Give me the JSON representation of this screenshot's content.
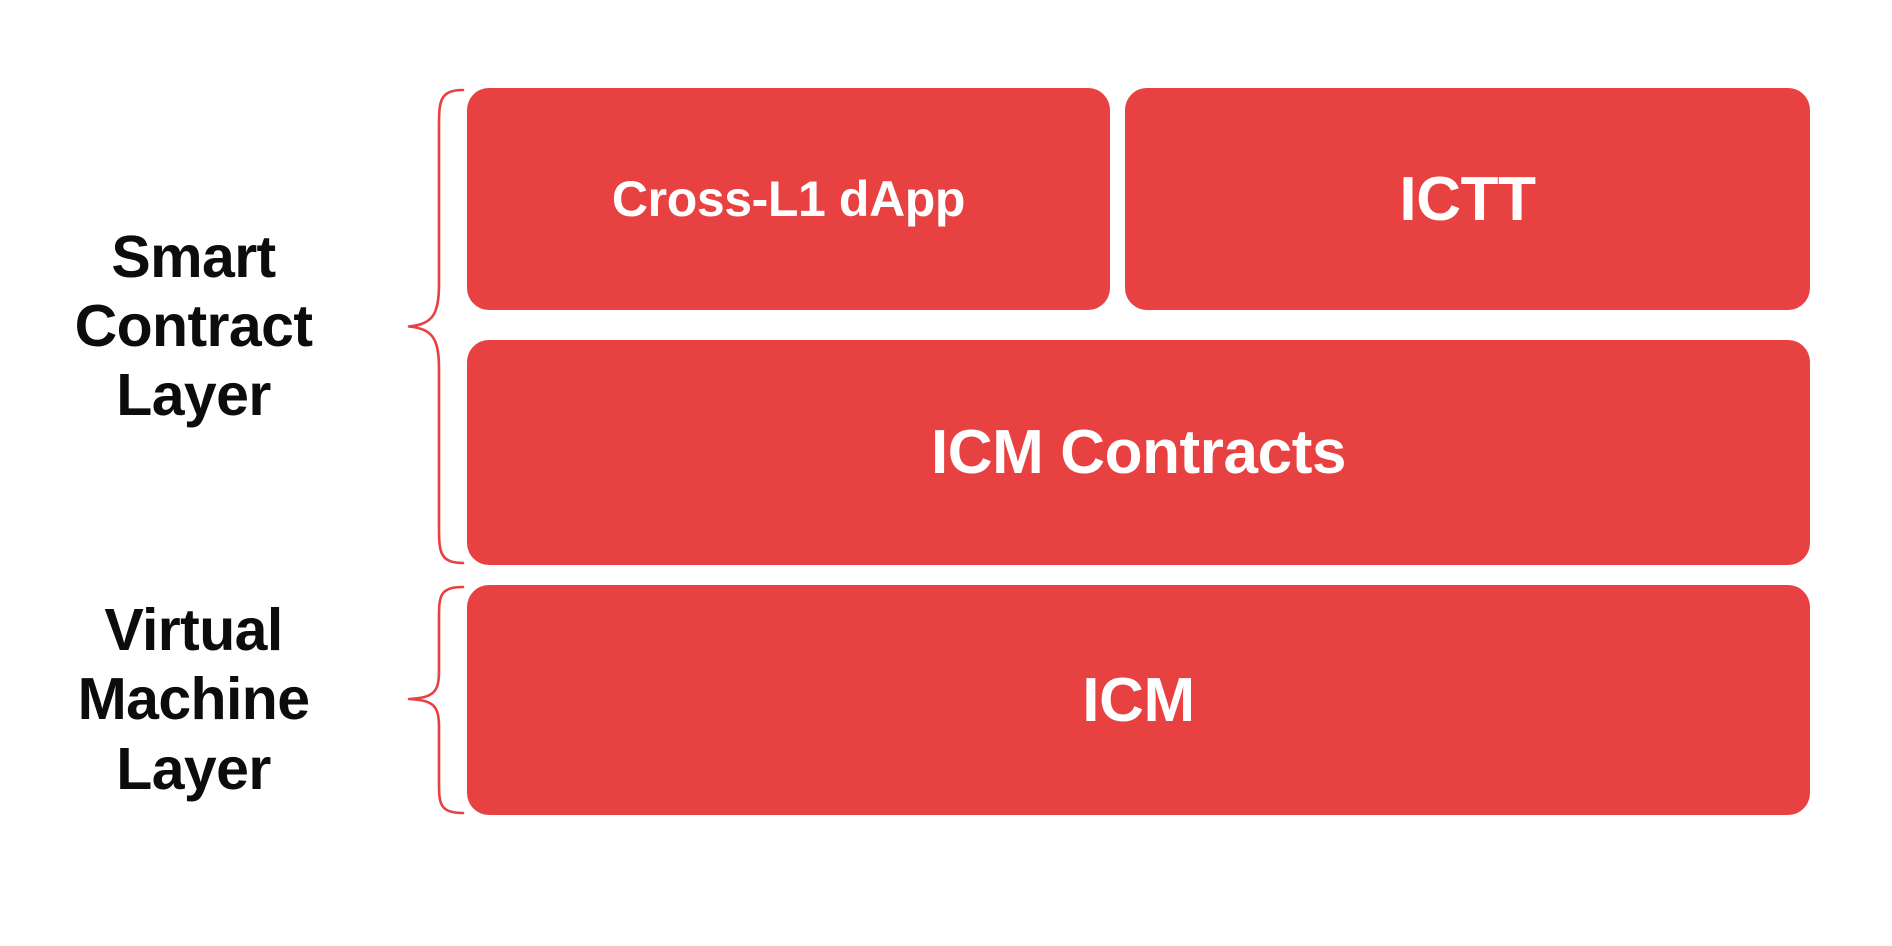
{
  "diagram": {
    "title": "Smart Contract Layer and Virtual Machine Layer stack",
    "background_color": "#ffffff",
    "accent_color": "#E84142",
    "label_color": "#0c0c0d",
    "card_text_color": "#ffffff"
  },
  "groups": [
    {
      "id": "smart-contract",
      "label": "Smart\nContract\nLayer",
      "brace_icon": "curly-brace-left",
      "rows": [
        {
          "cards": [
            {
              "id": "cross-l1-dapp",
              "label": "Cross-L1 dApp"
            },
            {
              "id": "ictt",
              "label": "ICTT"
            }
          ]
        },
        {
          "cards": [
            {
              "id": "icm-contracts",
              "label": "ICM Contracts"
            }
          ]
        }
      ]
    },
    {
      "id": "virtual-machine",
      "label": "Virtual\nMachine\nLayer",
      "brace_icon": "curly-brace-left",
      "rows": [
        {
          "cards": [
            {
              "id": "icm",
              "label": "ICM"
            }
          ]
        }
      ]
    }
  ]
}
